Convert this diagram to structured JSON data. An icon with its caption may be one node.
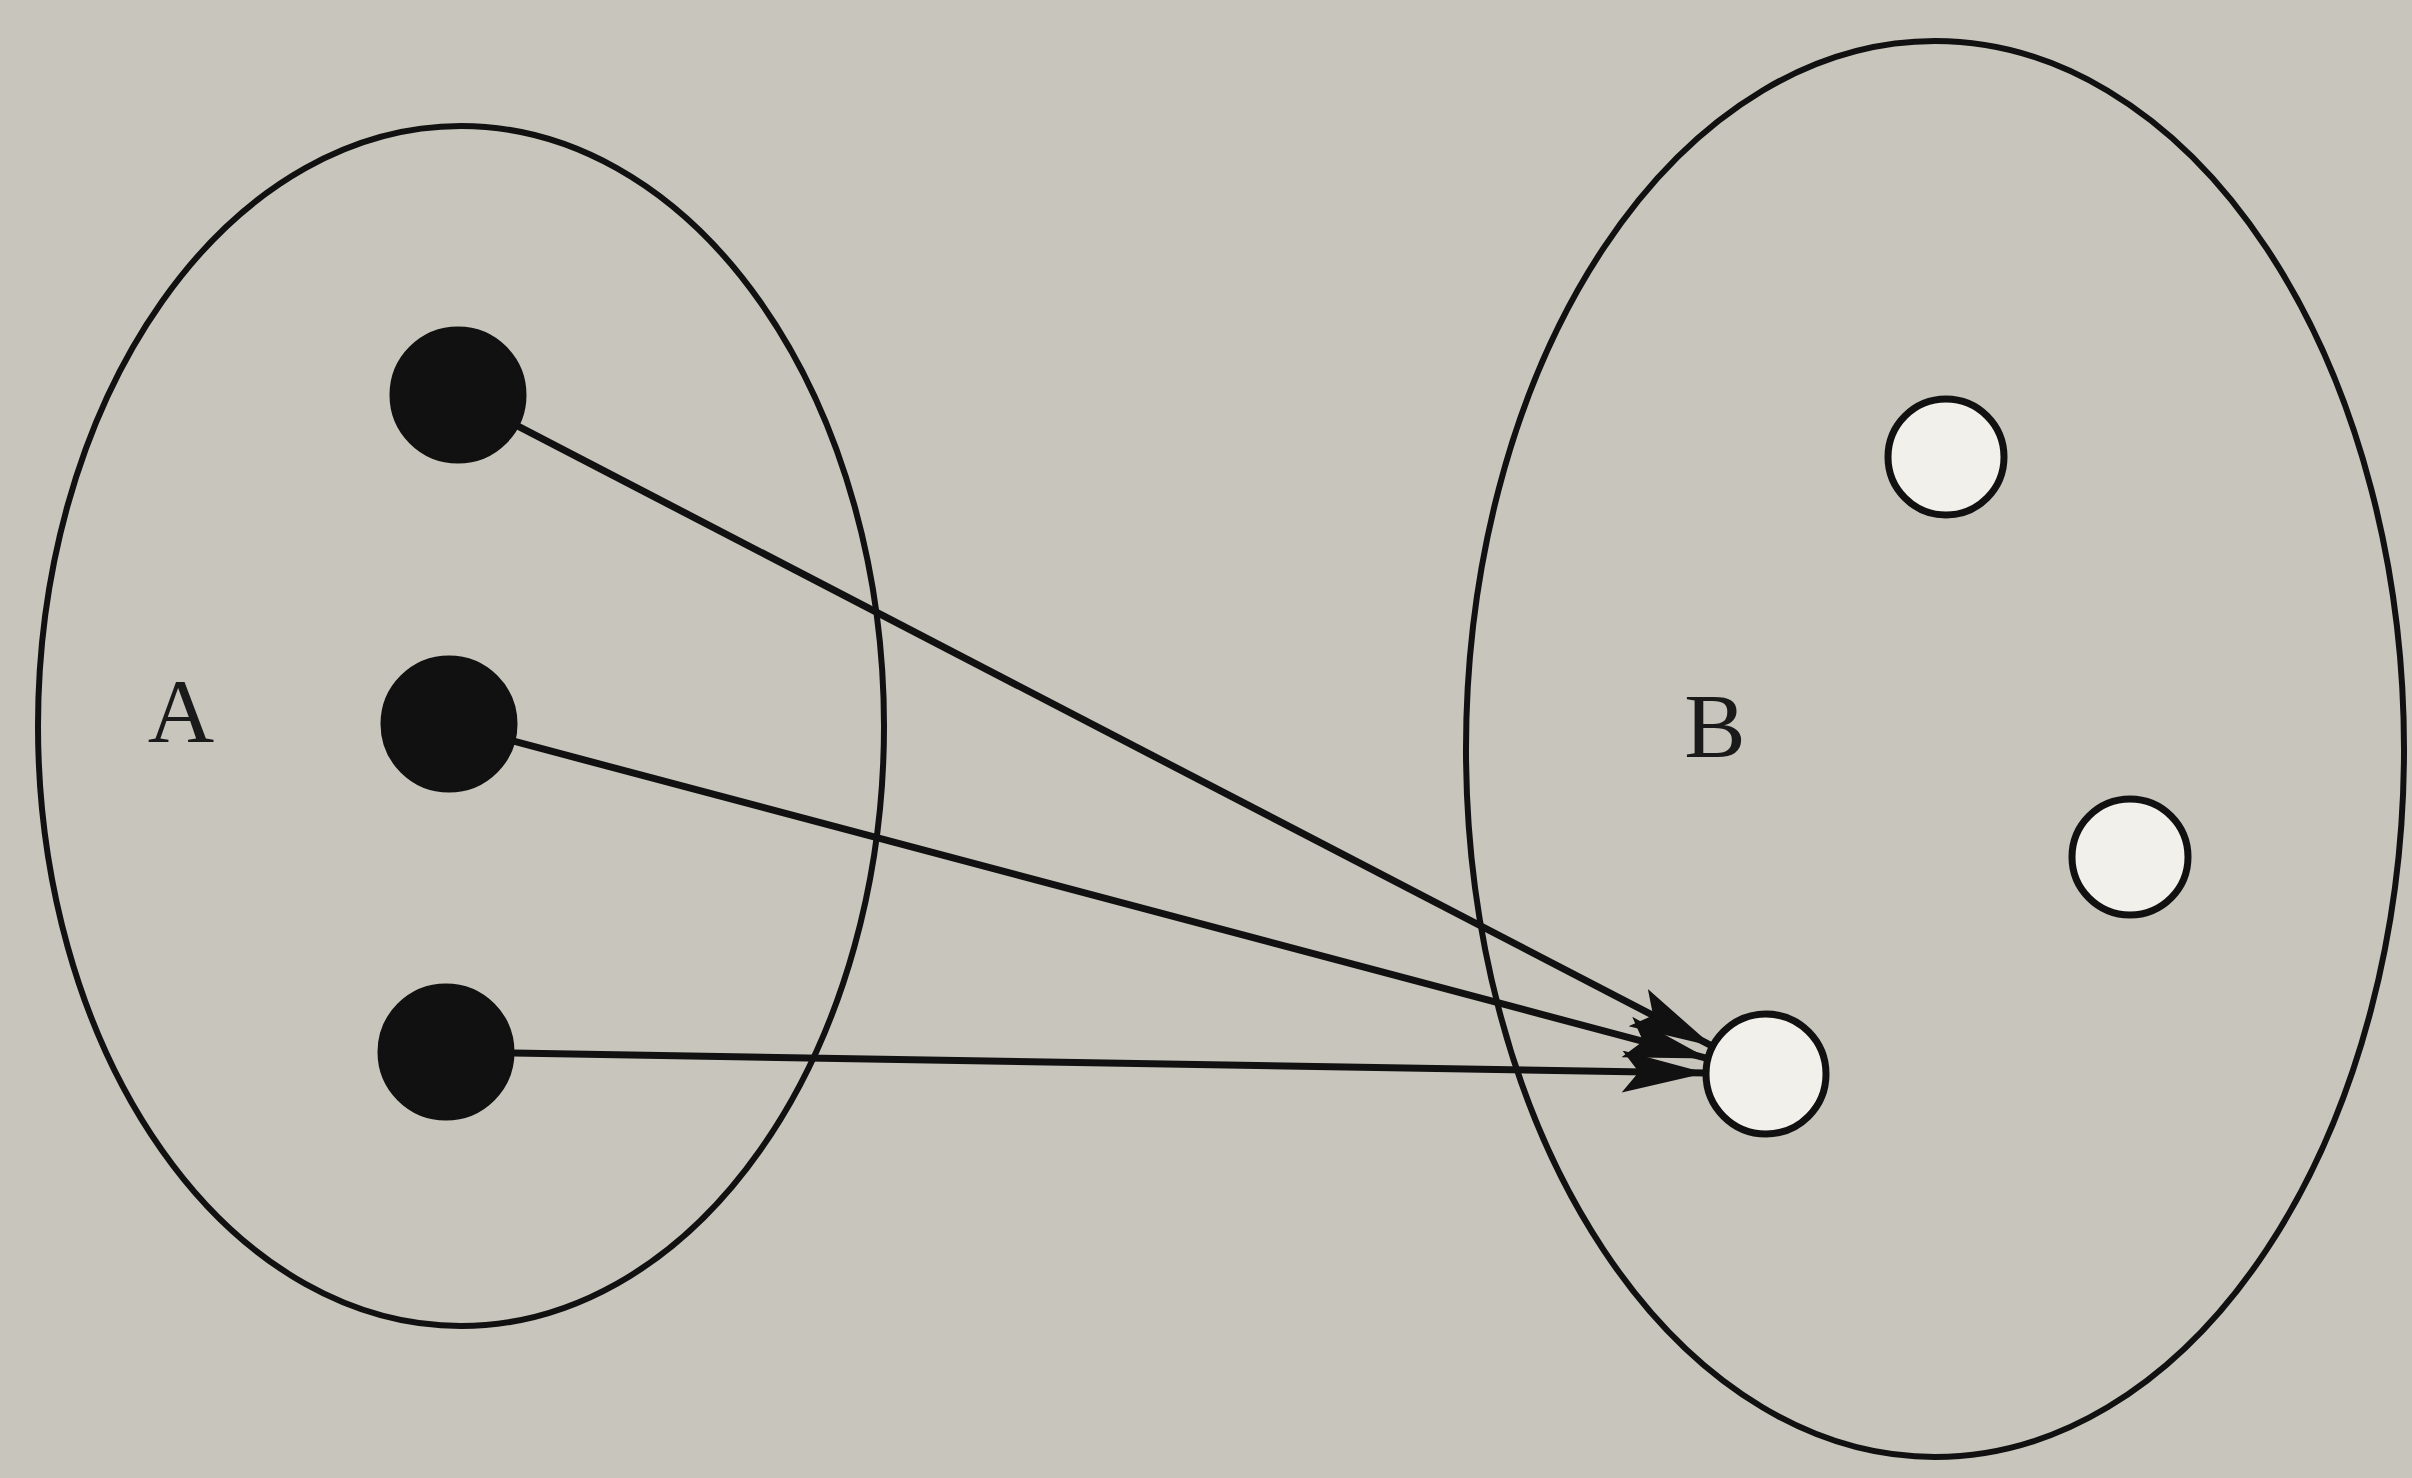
{
  "diagram": {
    "nodes": [
      {
        "text": [
          "A"
        ]
      },
      {
        "text": [],
        "shape": "dot",
        "in": 0
      },
      {
        "text": [],
        "shape": "dot",
        "in": 0
      },
      {
        "text": [],
        "shape": "dot",
        "in": 0
      },
      {
        "text": [
          "B"
        ]
      },
      {
        "text": [],
        "shape": "circle",
        "in": 4
      },
      {
        "text": [],
        "shape": "circle",
        "in": 4
      },
      {
        "text": [],
        "shape": "circle",
        "in": 4
      }
    ],
    "edges": [
      {
        "from": 1,
        "to": 7,
        "arrow": "to"
      },
      {
        "from": 2,
        "to": 7,
        "arrow": "to"
      },
      {
        "from": 3,
        "to": 7,
        "arrow": "to"
      }
    ]
  }
}
